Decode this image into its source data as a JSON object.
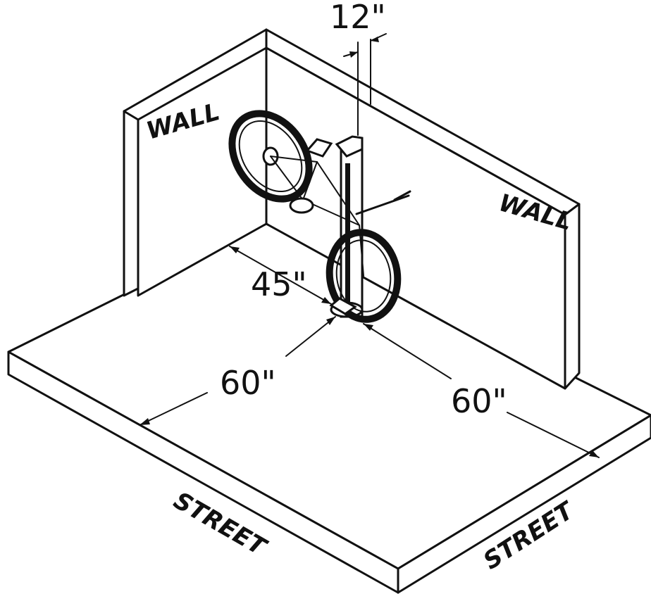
{
  "labels": {
    "wall_left": "WALL",
    "wall_right": "WALL",
    "street_left": "STREET",
    "street_right": "STREET"
  },
  "dimensions": {
    "top": "12\"",
    "depth": "45\"",
    "left": "60\"",
    "right": "60\""
  }
}
